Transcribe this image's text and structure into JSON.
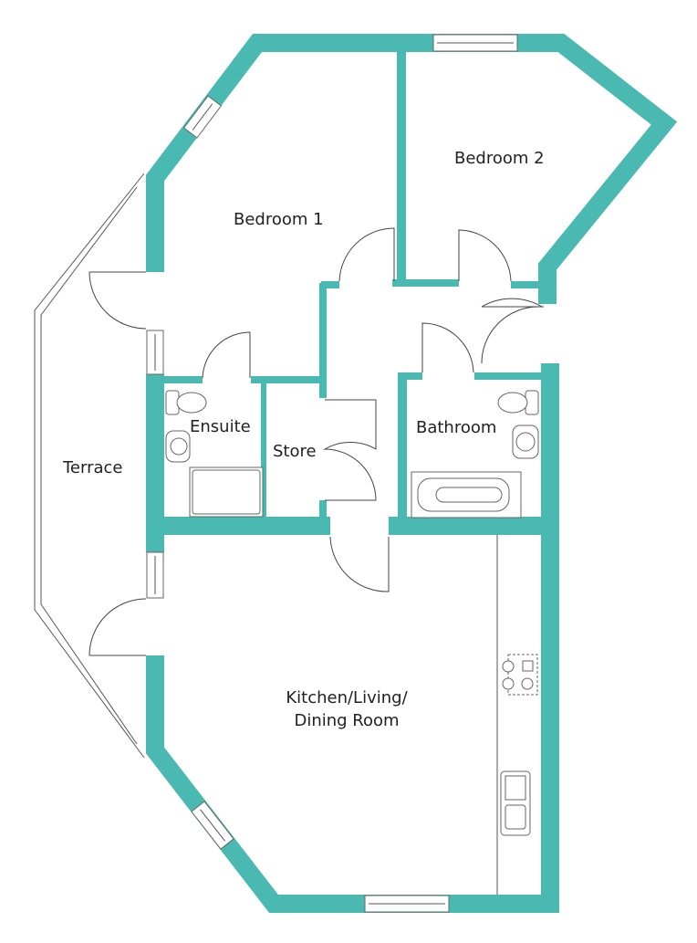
{
  "plan": {
    "wall_color": "#4ab9b1",
    "rooms": [
      {
        "id": "bedroom-1",
        "label": "Bedroom 1"
      },
      {
        "id": "bedroom-2",
        "label": "Bedroom 2"
      },
      {
        "id": "ensuite",
        "label": "Ensuite"
      },
      {
        "id": "store",
        "label": "Store"
      },
      {
        "id": "bathroom",
        "label": "Bathroom"
      },
      {
        "id": "terrace",
        "label": "Terrace"
      },
      {
        "id": "kitchen",
        "label_line1": "Kitchen/Living/",
        "label_line2": "Dining Room"
      }
    ]
  }
}
